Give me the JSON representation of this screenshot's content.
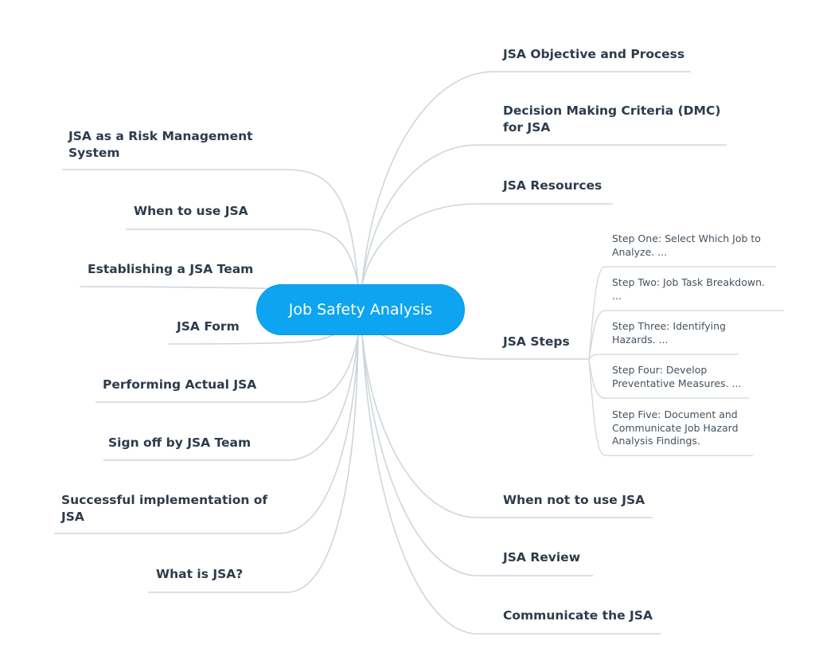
{
  "central": {
    "label": "Job Safety Analysis"
  },
  "left_topics": [
    {
      "label": "JSA as a Risk Management\nSystem"
    },
    {
      "label": "When to use JSA"
    },
    {
      "label": "Establishing a JSA Team"
    },
    {
      "label": "JSA Form"
    },
    {
      "label": "Performing Actual JSA"
    },
    {
      "label": "Sign off by JSA Team"
    },
    {
      "label": "Successful implementation of\nJSA"
    },
    {
      "label": "What is JSA?"
    }
  ],
  "right_topics": [
    {
      "label": "JSA Objective and Process"
    },
    {
      "label": "Decision Making Criteria (DMC)\nfor JSA"
    },
    {
      "label": "JSA Resources"
    },
    {
      "label": "JSA Steps"
    },
    {
      "label": "When not to use JSA"
    },
    {
      "label": "JSA Review"
    },
    {
      "label": "Communicate the JSA"
    }
  ],
  "jsa_steps": [
    {
      "label": "Step One: Select Which Job to\nAnalyze. ..."
    },
    {
      "label": "Step Two: Job Task Breakdown.\n..."
    },
    {
      "label": "Step Three: Identifying\nHazards. ..."
    },
    {
      "label": "Step Four: Develop\nPreventative Measures. ..."
    },
    {
      "label": "Step Five: Document and\nCommunicate Job Hazard\nAnalysis Findings."
    }
  ],
  "colors": {
    "central_fill": "#0da4f2",
    "central_text": "#ffffff",
    "branch_line": "#cdd6db",
    "topic_text": "#2e3b4b"
  }
}
